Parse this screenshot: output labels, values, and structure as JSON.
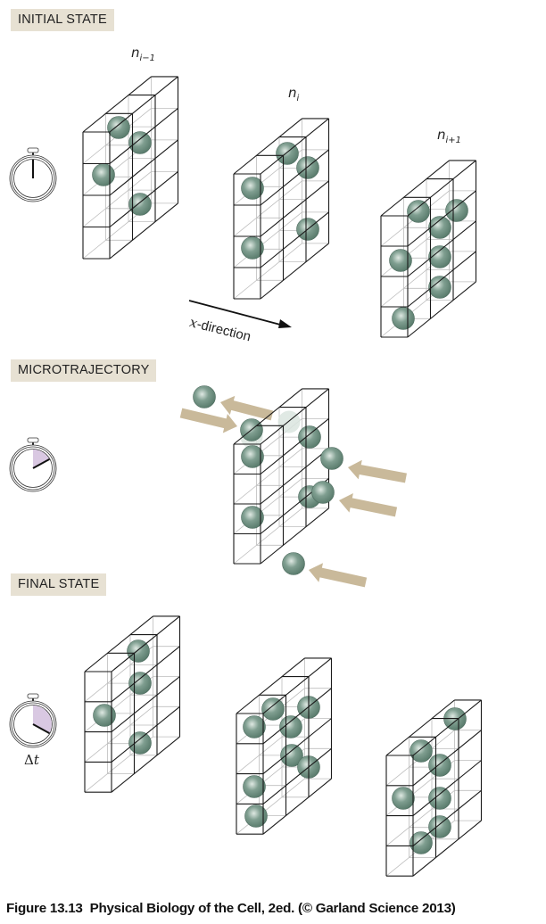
{
  "sections": {
    "initial": "INITIAL STATE",
    "micro": "MICROTRAJECTORY",
    "final": "FINAL STATE"
  },
  "slab_labels": {
    "left": {
      "base": "n",
      "sub": "i−1"
    },
    "middle": {
      "base": "n",
      "sub": "i"
    },
    "right": {
      "base": "n",
      "sub": "i+1"
    }
  },
  "direction": {
    "var": "x",
    "rest": "-direction"
  },
  "delta_t": {
    "symbol": "Δ",
    "var": "t"
  },
  "stopwatch_elapsed_fraction": {
    "initial": 0,
    "micro": 0.17,
    "final": 0.33
  },
  "particle_counts": {
    "initial": [
      4,
      5,
      7
    ],
    "micro_free": 4,
    "final": [
      4,
      8,
      7
    ]
  },
  "colors": {
    "particle": "#7f9e90",
    "arrow": "#c9b99a",
    "label_bg": "#e7e1d3",
    "stopwatch_fill": "#d9c8e2"
  },
  "caption": "Figure 13.13  Physical Biology of the Cell, 2ed. (© Garland Science 2013)"
}
